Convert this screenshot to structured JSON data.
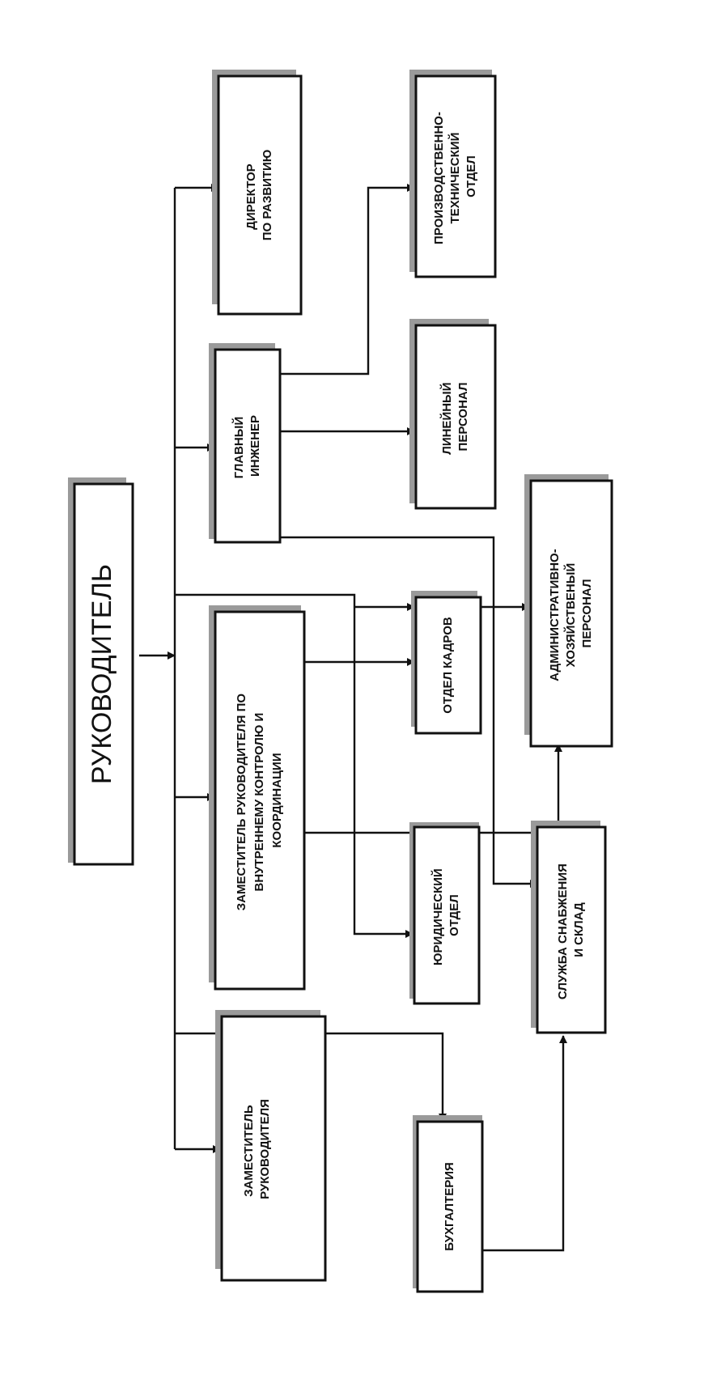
{
  "nodes": {
    "rukovoditel": {
      "lines": [
        "РУКОВОДИТЕЛЬ"
      ]
    },
    "direktor_razvitie": {
      "lines": [
        "ДИРЕКТОР",
        "ПО РАЗВИТИЮ"
      ]
    },
    "glavny_inzhener": {
      "lines": [
        "ГЛАВНЫЙ",
        "ИНЖЕНЕР"
      ]
    },
    "zam_kontrol": {
      "lines": [
        "ЗАМЕСТИТЕЛЬ РУКОВОДИТЕЛЯ ПО",
        "ВНУТРЕННЕМУ КОНТРОЛЮ И",
        "КООРДИНАЦИИ"
      ]
    },
    "zam_rukovoditelya": {
      "lines": [
        "ЗАМЕСТИТЕЛЬ",
        "РУКОВОДИТЕЛЯ"
      ]
    },
    "pto": {
      "lines": [
        "ПРОИЗВОДСТВЕННО-",
        "ТЕХНИЧЕСКИЙ",
        "ОТДЕЛ"
      ]
    },
    "lineyny": {
      "lines": [
        "ЛИНЕЙНЫЙ",
        "ПЕРСОНАЛ"
      ]
    },
    "otdel_kadrov": {
      "lines": [
        "ОТДЕЛ КАДРОВ"
      ]
    },
    "yuridicheskiy": {
      "lines": [
        "ЮРИДИЧЕСКИЙ",
        "ОТДЕЛ"
      ]
    },
    "buhgalteriya": {
      "lines": [
        "БУХГАЛТЕРИЯ"
      ]
    },
    "admin_hoz": {
      "lines": [
        "АДМИНИСТРАТИВНО-",
        "ХОЗЯЙСТВЕНЫЙ",
        "ПЕРСОНАЛ"
      ]
    },
    "snabzhenie": {
      "lines": [
        "СЛУЖБА СНАБЖЕНИЯ",
        "И СКЛАД"
      ]
    }
  }
}
